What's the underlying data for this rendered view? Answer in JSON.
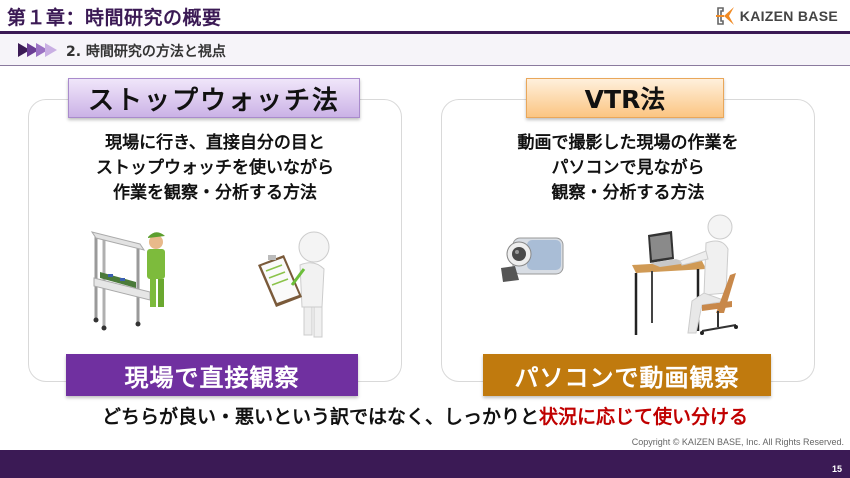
{
  "header": {
    "chapter_title": "第１章：時間研究の概要",
    "logo": {
      "icon": "kaizen-base-logo-icon",
      "text": "KAIZEN BASE",
      "accent_color": "#f08a24"
    },
    "accent_color": "#3b1a55"
  },
  "subheader": {
    "icon": "triple-arrow-icon",
    "title": "2. 時間研究の方法と視点"
  },
  "methods": [
    {
      "name": "ストップウォッチ法",
      "description_lines": [
        "現場に行き、直接自分の目と",
        "ストップウォッチを使いながら",
        "作業を観察・分析する方法"
      ],
      "illustrations": [
        "factory-worker-icon",
        "clipboard-observer-icon"
      ],
      "result_label": "現場で直接観察",
      "label_color": "#cbb2e6",
      "result_color": "#7030a0"
    },
    {
      "name": "VTR法",
      "description_lines": [
        "動画で撮影した現場の作業を",
        "パソコンで見ながら",
        "観察・分析する方法"
      ],
      "illustrations": [
        "video-camera-icon",
        "person-at-laptop-icon"
      ],
      "result_label": "パソコンで動画観察",
      "label_color": "#fbc582",
      "result_color": "#c07a0e"
    }
  ],
  "conclusion": {
    "text": "どちらが良い・悪いという訳ではなく、しっかりと",
    "emphasis": "状況に応じて使い分ける",
    "emphasis_color": "#c00000"
  },
  "footer": {
    "copyright": "Copyright ©  KAIZEN BASE, Inc.  All Rights Reserved.",
    "page_number": "15"
  }
}
